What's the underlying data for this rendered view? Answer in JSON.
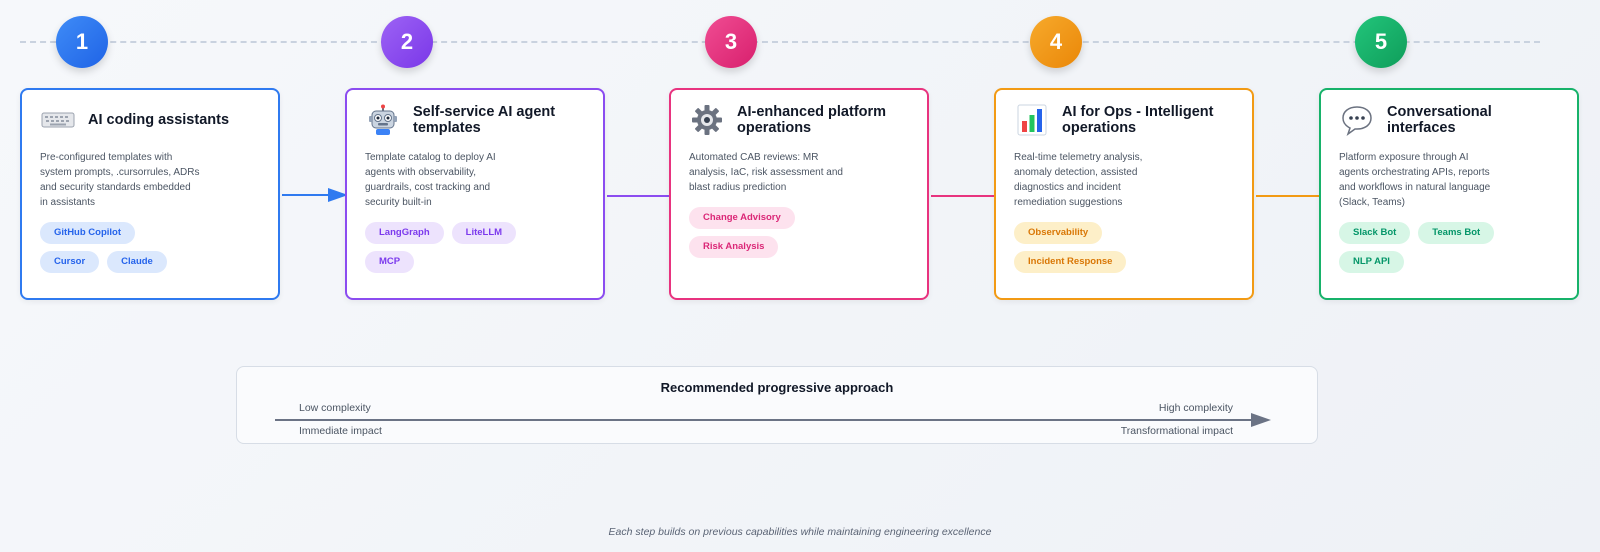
{
  "colors": {
    "step1": "#2f7af0",
    "step2": "#8b4cf0",
    "step3": "#e8337f",
    "step4": "#f29a14",
    "step5": "#17b26a"
  },
  "steps": [
    {
      "number": "1",
      "title": "AI coding assistants",
      "icon": "keyboard-icon",
      "description": "Pre-configured templates with system prompts, .cursorrules, ADRs and security standards embedded in assistants",
      "tags": [
        "GitHub Copilot",
        "Cursor",
        "Claude"
      ]
    },
    {
      "number": "2",
      "title": "Self-service AI agent templates",
      "icon": "robot-icon",
      "description": "Template catalog to deploy AI agents with observability, guardrails, cost tracking and security built-in",
      "tags": [
        "LangGraph",
        "LiteLLM",
        "MCP"
      ]
    },
    {
      "number": "3",
      "title": "AI-enhanced platform operations",
      "icon": "gear-icon",
      "description": "Automated CAB reviews: MR analysis, IaC, risk assessment and blast radius prediction",
      "tags": [
        "Change Advisory",
        "Risk Analysis"
      ]
    },
    {
      "number": "4",
      "title": "AI for Ops - Intelligent operations",
      "icon": "bar-chart-icon",
      "description": "Real-time telemetry analysis, anomaly detection, assisted diagnostics and incident remediation suggestions",
      "tags": [
        "Observability",
        "Incident Response"
      ]
    },
    {
      "number": "5",
      "title": "Conversational interfaces",
      "icon": "speech-bubble-icon",
      "description": "Platform exposure through AI agents orchestrating APIs, reports and workflows in natural language (Slack, Teams)",
      "tags": [
        "Slack Bot",
        "Teams Bot",
        "NLP API"
      ]
    }
  ],
  "approach": {
    "title": "Recommended progressive approach",
    "low_label": "Low complexity",
    "low_sub": "Immediate impact",
    "high_label": "High complexity",
    "high_sub": "Transformational impact"
  },
  "footer": "Each step builds on previous capabilities while maintaining engineering excellence"
}
